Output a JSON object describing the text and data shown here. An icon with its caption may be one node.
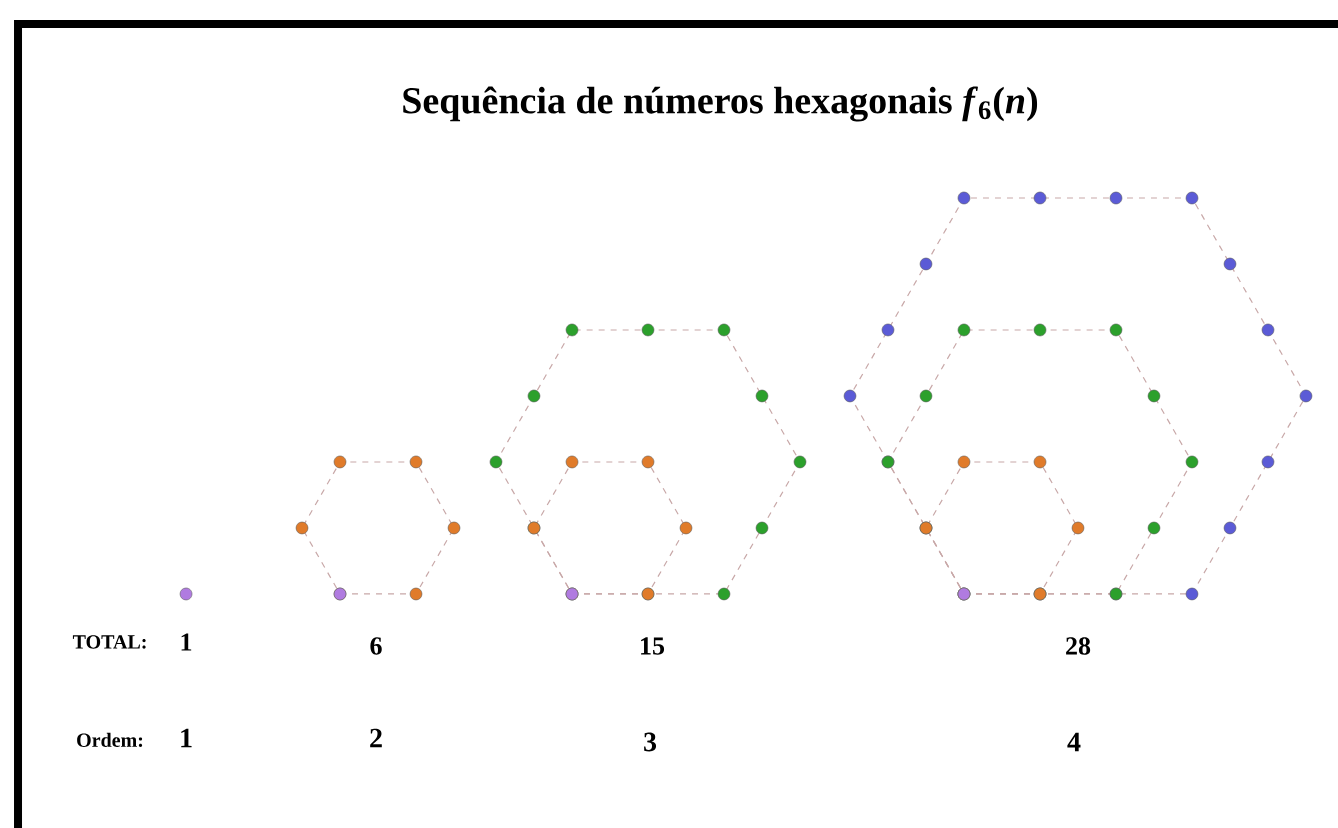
{
  "diagram": {
    "title": "Sequência de números hexagonais *f*$_{6}$(*n*)",
    "labels": [
      "TOTAL:",
      "1",
      "6",
      "15",
      "28",
      "Ordem:",
      "1",
      "2",
      "3",
      "4"
    ]
  }
}
